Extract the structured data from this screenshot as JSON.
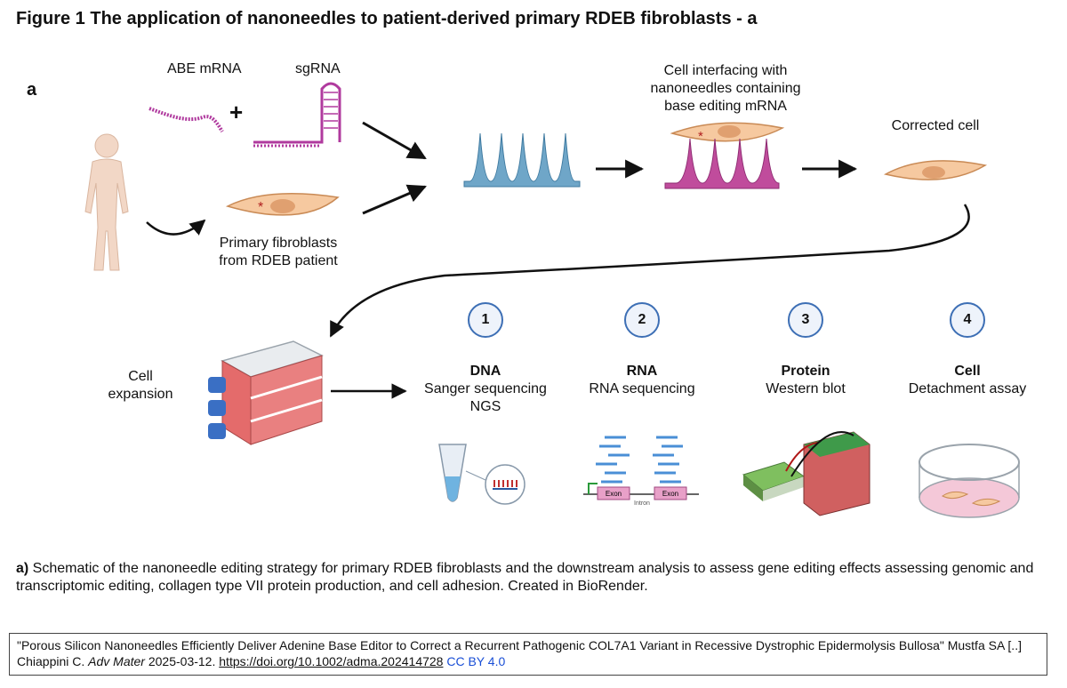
{
  "figure_title": "Figure 1  The application of nanoneedles to patient-derived primary RDEB fibroblasts - a",
  "panel_letter": "a",
  "labels": {
    "abe_mrna": "ABE mRNA",
    "sgrna": "sgRNA",
    "plus": "+",
    "primary_fibroblasts_1": "Primary fibroblasts",
    "primary_fibroblasts_2": "from RDEB patient",
    "interfacing_1": "Cell interfacing with",
    "interfacing_2": "nanoneedles containing",
    "interfacing_3": "base editing mRNA",
    "corrected_cell": "Corrected cell",
    "cell_expansion_1": "Cell",
    "cell_expansion_2": "expansion"
  },
  "steps": [
    {
      "num": "1",
      "title": "DNA",
      "line1": "Sanger sequencing",
      "line2": "NGS"
    },
    {
      "num": "2",
      "title": "RNA",
      "line1": "RNA sequencing",
      "line2": ""
    },
    {
      "num": "3",
      "title": "Protein",
      "line1": "Western blot",
      "line2": ""
    },
    {
      "num": "4",
      "title": "Cell",
      "line1": "Detachment assay",
      "line2": ""
    }
  ],
  "rna_icon_labels": {
    "exon1": "Exon",
    "exon2": "Exon",
    "intron": "Intron"
  },
  "caption": {
    "prefix": "a)",
    "text": " Schematic of the nanoneedle editing strategy for primary RDEB fibroblasts and the downstream analysis to assess gene editing effects assessing genomic and transcriptomic editing, collagen type VII protein production, and cell adhesion. Created in BioRender."
  },
  "citation": {
    "text1": "\"Porous Silicon Nanoneedles Efficiently Deliver Adenine Base Editor to Correct a Recurrent Pathogenic COL7A1 Variant in Recessive Dystrophic Epidermolysis Bullosa\" Mustfa SA [..] Chiappini C. ",
    "journal": "Adv Mater",
    "text2": " 2025-03-12. ",
    "doi": "https://doi.org/10.1002/adma.202414728",
    "license": "CC BY 4.0"
  },
  "colors": {
    "mrna": "#b03a9e",
    "needle_blue": "#6fa6c8",
    "needle_magenta": "#c04c9c",
    "cell_fill": "#f6c9a0",
    "nucleus": "#e0a070",
    "flask_red": "#e46b6b",
    "step_ring": "#3d6fb5"
  }
}
